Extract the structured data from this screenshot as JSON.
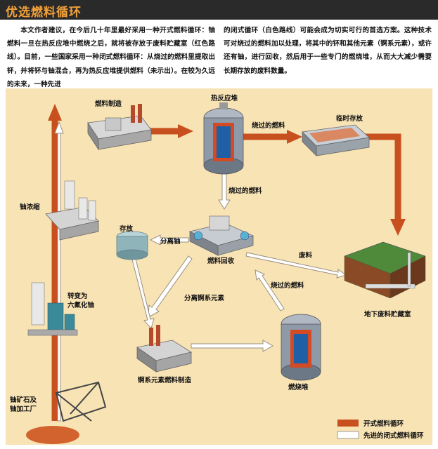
{
  "header": {
    "title": "优选燃料循环"
  },
  "intro": {
    "left": "本文作者建议，在今后几十年里最好采用一种开式燃料循环：铀燃料一旦在热反应堆中燃烧之后，就将被存放于废料贮藏室（红色路线）。目前，一些国家采用一种闭式燃料循环：从烧过的燃料里提取出钚，并将钚与铀混合，再为热反应堆提供燃料（未示出）。在较为久远的未来，一种先进",
    "right": "的闭式循环（白色路线）可能会成为切实可行的首选方案。这种技术可对烧过的燃料加以处理，将其中的钚和其他元素（锕系元素），或许还有铀，进行回收，然后用于一些专门的燃烧堆，从而大大减少需要长期存放的废料数量。"
  },
  "labels": {
    "fuel_fab": "燃料制造",
    "thermal_reactor": "热反应堆",
    "spent_fuel_1": "烧过的燃料",
    "interim_storage": "临时存放",
    "spent_fuel_2": "烧过的燃料",
    "u_enrich": "铀浓缩",
    "storage": "存放",
    "sep_uranium": "分离铀",
    "fuel_recycle": "燃料回收",
    "waste": "废料",
    "conversion_1": "转变为",
    "conversion_2": "六氟化铀",
    "sep_actinides": "分离锕系元素",
    "spent_fuel_3": "烧过的燃料",
    "repository": "地下废料贮藏室",
    "actinide_fab": "锕系元素燃料制造",
    "burner_reactor": "燃烧堆",
    "mining_1": "铀矿石及",
    "mining_2": "铀加工厂"
  },
  "legend": {
    "open": "开式燃料循环",
    "closed": "先进的闭式燃料循环"
  },
  "colors": {
    "open_cycle": "#c8501e",
    "closed_cycle": "#ffffff",
    "panel": "#f8e3b5",
    "title": "#f2a13a"
  }
}
